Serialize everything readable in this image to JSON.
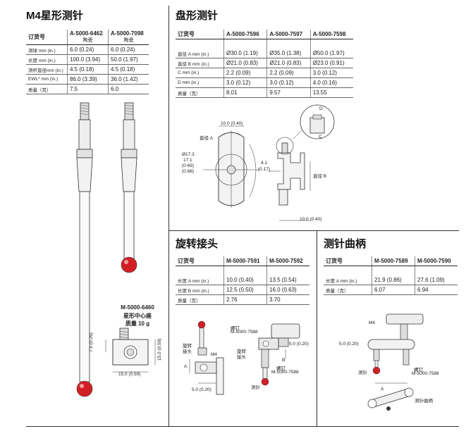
{
  "sections": {
    "m4_star": {
      "title": "M4星形测针",
      "header_label": "订货号",
      "columns": [
        {
          "part": "A-5000-6462",
          "sub": "陶瓷"
        },
        {
          "part": "A-5000-7098",
          "sub": "陶瓷"
        }
      ],
      "rows": [
        {
          "label": "测球 mm (in.)",
          "values": [
            "6.0 (0.24)",
            "6.0 (0.24)"
          ]
        },
        {
          "label": "长度 mm (in.)",
          "values": [
            "100.0 (3.94)",
            "50.0 (1.97)"
          ]
        },
        {
          "label": "测杆直径mm (in.)",
          "values": [
            "4.5 (0.18)",
            "4.5 (0.18)"
          ]
        },
        {
          "label": "EWL* mm (in.)",
          "values": [
            "86.0 (3.39)",
            "36.0 (1.42)"
          ]
        },
        {
          "label": "质量（克）",
          "values": [
            "7.5",
            "6.0"
          ]
        }
      ],
      "center_block": {
        "part": "M-5000-6460",
        "name": "星形中心座",
        "mass": "质量 10 g",
        "dim_height": "7.5 (0.29)",
        "dim_height2": "15.0 (0.59)",
        "dim_width": "15.0 (0.59)"
      }
    },
    "disc": {
      "title": "盘形测针",
      "header_label": "订货号",
      "columns": [
        "A-5000-7596",
        "A-5000-7597",
        "A-5000-7598"
      ],
      "rows": [
        {
          "label": "直径 A mm (in.)",
          "values": [
            "Ø30.0 (1.19)",
            "Ø35.0 (1.38)",
            "Ø50.0 (1.97)"
          ]
        },
        {
          "label": "直径 B mm (in.)",
          "values": [
            "Ø21.0 (0.83)",
            "Ø21.0 (0.83)",
            "Ø23.0 (0.91)"
          ]
        },
        {
          "label": "C mm (in.)",
          "values": [
            "2.2 (0.09)",
            "2.2 (0.09)",
            "3.0 (0.12)"
          ]
        },
        {
          "label": "D mm (in.)",
          "values": [
            "3.0 (0.12)",
            "3.0 (0.12)",
            "4.0 (0.16)"
          ]
        },
        {
          "label": "质量（克）",
          "values": [
            "8.01",
            "9.57",
            "13.55"
          ]
        }
      ],
      "diagram": {
        "dim_top": "10.0 (0.40)",
        "dia_a": "直径 A",
        "d173": "Ø17.3",
        "d171": "17.1",
        "d069": "(0.69)",
        "d068": "(0.68)",
        "dim_41": "4.1",
        "dim_017": "(0.17)",
        "dia_b": "直径 B",
        "dim_bottom": "10.0 (0.40)",
        "label_d": "D",
        "label_c": "C"
      }
    },
    "rotary": {
      "title": "旋转接头",
      "header_label": "订货号",
      "columns": [
        "M-5000-7591",
        "M-5000-7592"
      ],
      "rows": [
        {
          "label": "长度 A mm (in.)",
          "values": [
            "10.0 (0.40)",
            "13.5 (0.54)"
          ]
        },
        {
          "label": "长度 B mm (in.)",
          "values": [
            "12.5 (0.50)",
            "16.0 (0.63)"
          ]
        },
        {
          "label": "质量（克）",
          "values": [
            "2.76",
            "3.70"
          ]
        }
      ],
      "diagram": {
        "joint1": "旋转",
        "joint1b": "接头",
        "m4": "M4",
        "a": "A",
        "dim50": "5.0 (0.20)",
        "screw": "螺钉",
        "screw_part": "M-5000-7588",
        "joint2": "旋转",
        "joint2b": "接头",
        "dim50b": "5.0 (0.20)",
        "b": "B",
        "screw2": "螺钉",
        "screw2_part": "M-5000-7588",
        "stylus": "测针"
      }
    },
    "crank": {
      "title": "测针曲柄",
      "header_label": "订货号",
      "columns": [
        "M-5000-7589",
        "M-5000-7590"
      ],
      "rows": [
        {
          "label": "长度 A mm (in.)",
          "values": [
            "21.9 (0.86)",
            "27.6 (1.09)"
          ]
        },
        {
          "label": "质量（克）",
          "values": [
            "6.07",
            "6.94"
          ]
        }
      ],
      "diagram": {
        "m4": "M4",
        "dim50": "5.0 (0.20)",
        "stylus": "测针",
        "screw": "螺钉",
        "screw_part": "M-5000-7588",
        "a": "A",
        "crank": "测针曲柄"
      }
    }
  },
  "colors": {
    "ruby": "#d21f26",
    "line": "#333333",
    "metal": "#e6e6e6"
  }
}
